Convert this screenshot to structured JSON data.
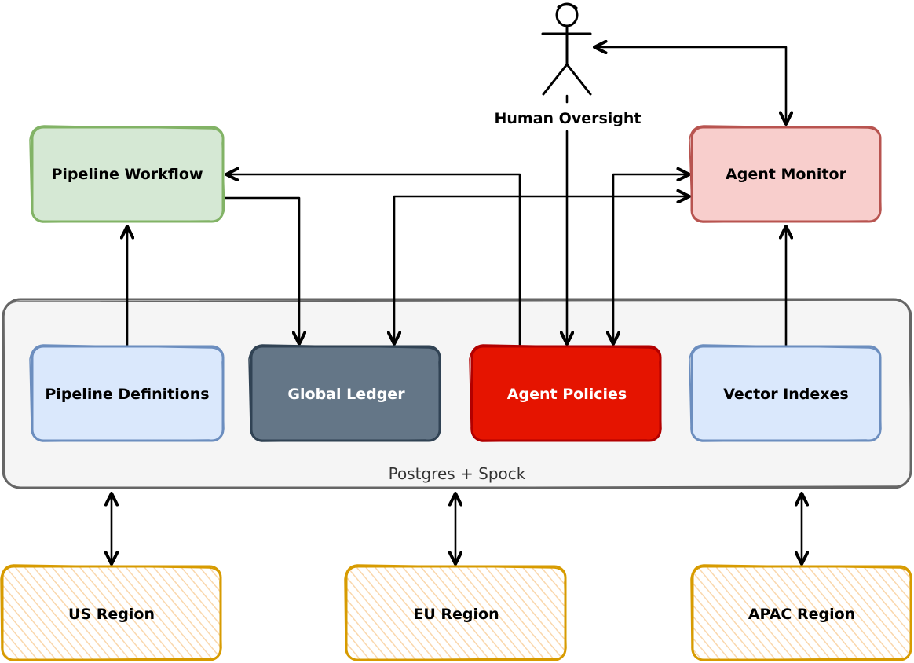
{
  "actor": {
    "label": "Human Oversight"
  },
  "container": {
    "label": "Postgres + Spock",
    "fill": "#f5f5f5",
    "stroke": "#666666"
  },
  "nodes": {
    "pipeline_workflow": {
      "label": "Pipeline Workflow",
      "fill": "#d5e8d4",
      "stroke": "#82b366",
      "text": "#000000"
    },
    "agent_monitor": {
      "label": "Agent Monitor",
      "fill": "#f8cecc",
      "stroke": "#b85450",
      "text": "#000000"
    },
    "pipeline_definitions": {
      "label": "Pipeline Definitions",
      "fill": "#dae8fc",
      "stroke": "#6c8ebf",
      "text": "#000000"
    },
    "global_ledger": {
      "label": "Global Ledger",
      "fill": "#647687",
      "stroke": "#314354",
      "text": "#ffffff"
    },
    "agent_policies": {
      "label": "Agent Policies",
      "fill": "#e51400",
      "stroke": "#b20000",
      "text": "#ffffff"
    },
    "vector_indexes": {
      "label": "Vector Indexes",
      "fill": "#dae8fc",
      "stroke": "#6c8ebf",
      "text": "#000000"
    },
    "us_region": {
      "label": "US Region",
      "fill": "#ffe6cc",
      "stroke": "#d79b00",
      "text": "#000000"
    },
    "eu_region": {
      "label": "EU Region",
      "fill": "#ffe6cc",
      "stroke": "#d79b00",
      "text": "#000000"
    },
    "apac_region": {
      "label": "APAC Region",
      "fill": "#ffe6cc",
      "stroke": "#d79b00",
      "text": "#000000"
    }
  }
}
